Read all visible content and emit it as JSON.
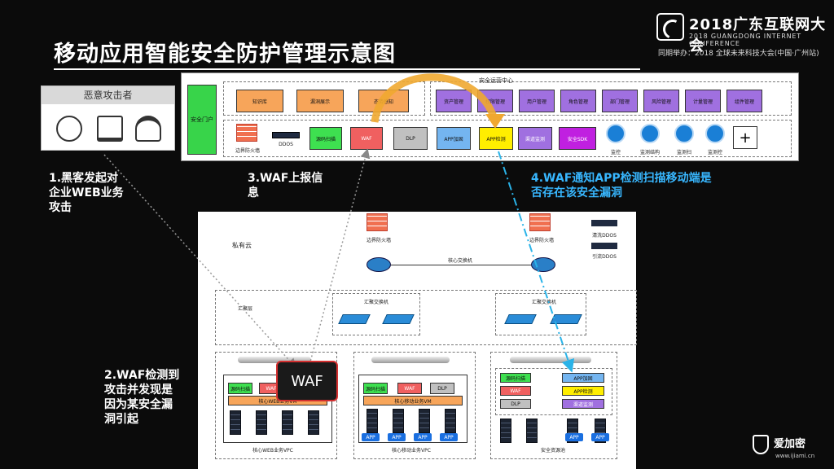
{
  "title": "移动应用智能安全防护管理示意图",
  "conference": {
    "title": "2018广东互联网大会",
    "subtitle": "2018 GUANGDONG INTERNET CONFERENCE",
    "co_host": "同期举办：2018 全球未来科技大会(中国·广州站)"
  },
  "attacker": {
    "label": "恶意攻击者",
    "icons": [
      "cat-face-icon",
      "monitor-icon",
      "spy-icon"
    ]
  },
  "steps": {
    "s1": [
      "1.黑客发起对",
      "企业WEB业务",
      "攻击"
    ],
    "s2": [
      "2.WAF检测到",
      "攻击并发现是",
      "因为某安全漏",
      "洞引起"
    ],
    "s3": [
      "3.WAF上报信",
      "息"
    ],
    "s4": [
      "4.WAF通知APP检测扫描移动端是",
      "否存在该安全漏洞"
    ]
  },
  "platform": {
    "portal": "安全门户",
    "ops_center": "安全运营中心",
    "top_modules": [
      "知识库",
      "漏洞展示",
      "态势感知"
    ],
    "mgmt_modules": [
      "资产管理",
      "权限管理",
      "用户管理",
      "角色管理",
      "部门管理",
      "风险管理",
      "计量管理",
      "组件管理"
    ],
    "firewall": "边界防火墙",
    "ddos": "DDOS",
    "security_modules": [
      "源码扫描",
      "WAF",
      "DLP",
      "APP加固",
      "APP检测",
      "渠道监测",
      "安全SDK"
    ],
    "monitors": [
      "监控",
      "监测结构",
      "监测扫",
      "监测控"
    ],
    "plus": "+"
  },
  "cloud": {
    "label": "私有云",
    "fw_left": "边界防火墙",
    "fw_right": "边界防火墙",
    "core_switch": "核心交换机",
    "ddos_clean": "清洗DDOS",
    "ddos_divert": "引流DDOS",
    "agg_layer": "汇聚层",
    "agg_left": "汇聚交换机",
    "agg_right": "汇聚交换机",
    "vpc1": {
      "name": "核心WEB业务VPC",
      "vm": "核心WEB业务VM",
      "modules": [
        "源码扫描",
        "WAF"
      ]
    },
    "vpc2": {
      "name": "核心移动业务VPC",
      "vm": "核心移动业务VM",
      "modules": [
        "源码扫描",
        "WAF",
        "DLP"
      ],
      "app": "APP"
    },
    "vpc3": {
      "name": "安全资源池",
      "modules_left": [
        "源码扫描",
        "WAF",
        "DLP"
      ],
      "modules_right": [
        "APP加固",
        "APP检测",
        "渠道监测"
      ],
      "app": "APP"
    },
    "waf_popup": "WAF"
  },
  "brand": {
    "name": "爱加密",
    "url": "www.ijiami.cn"
  }
}
